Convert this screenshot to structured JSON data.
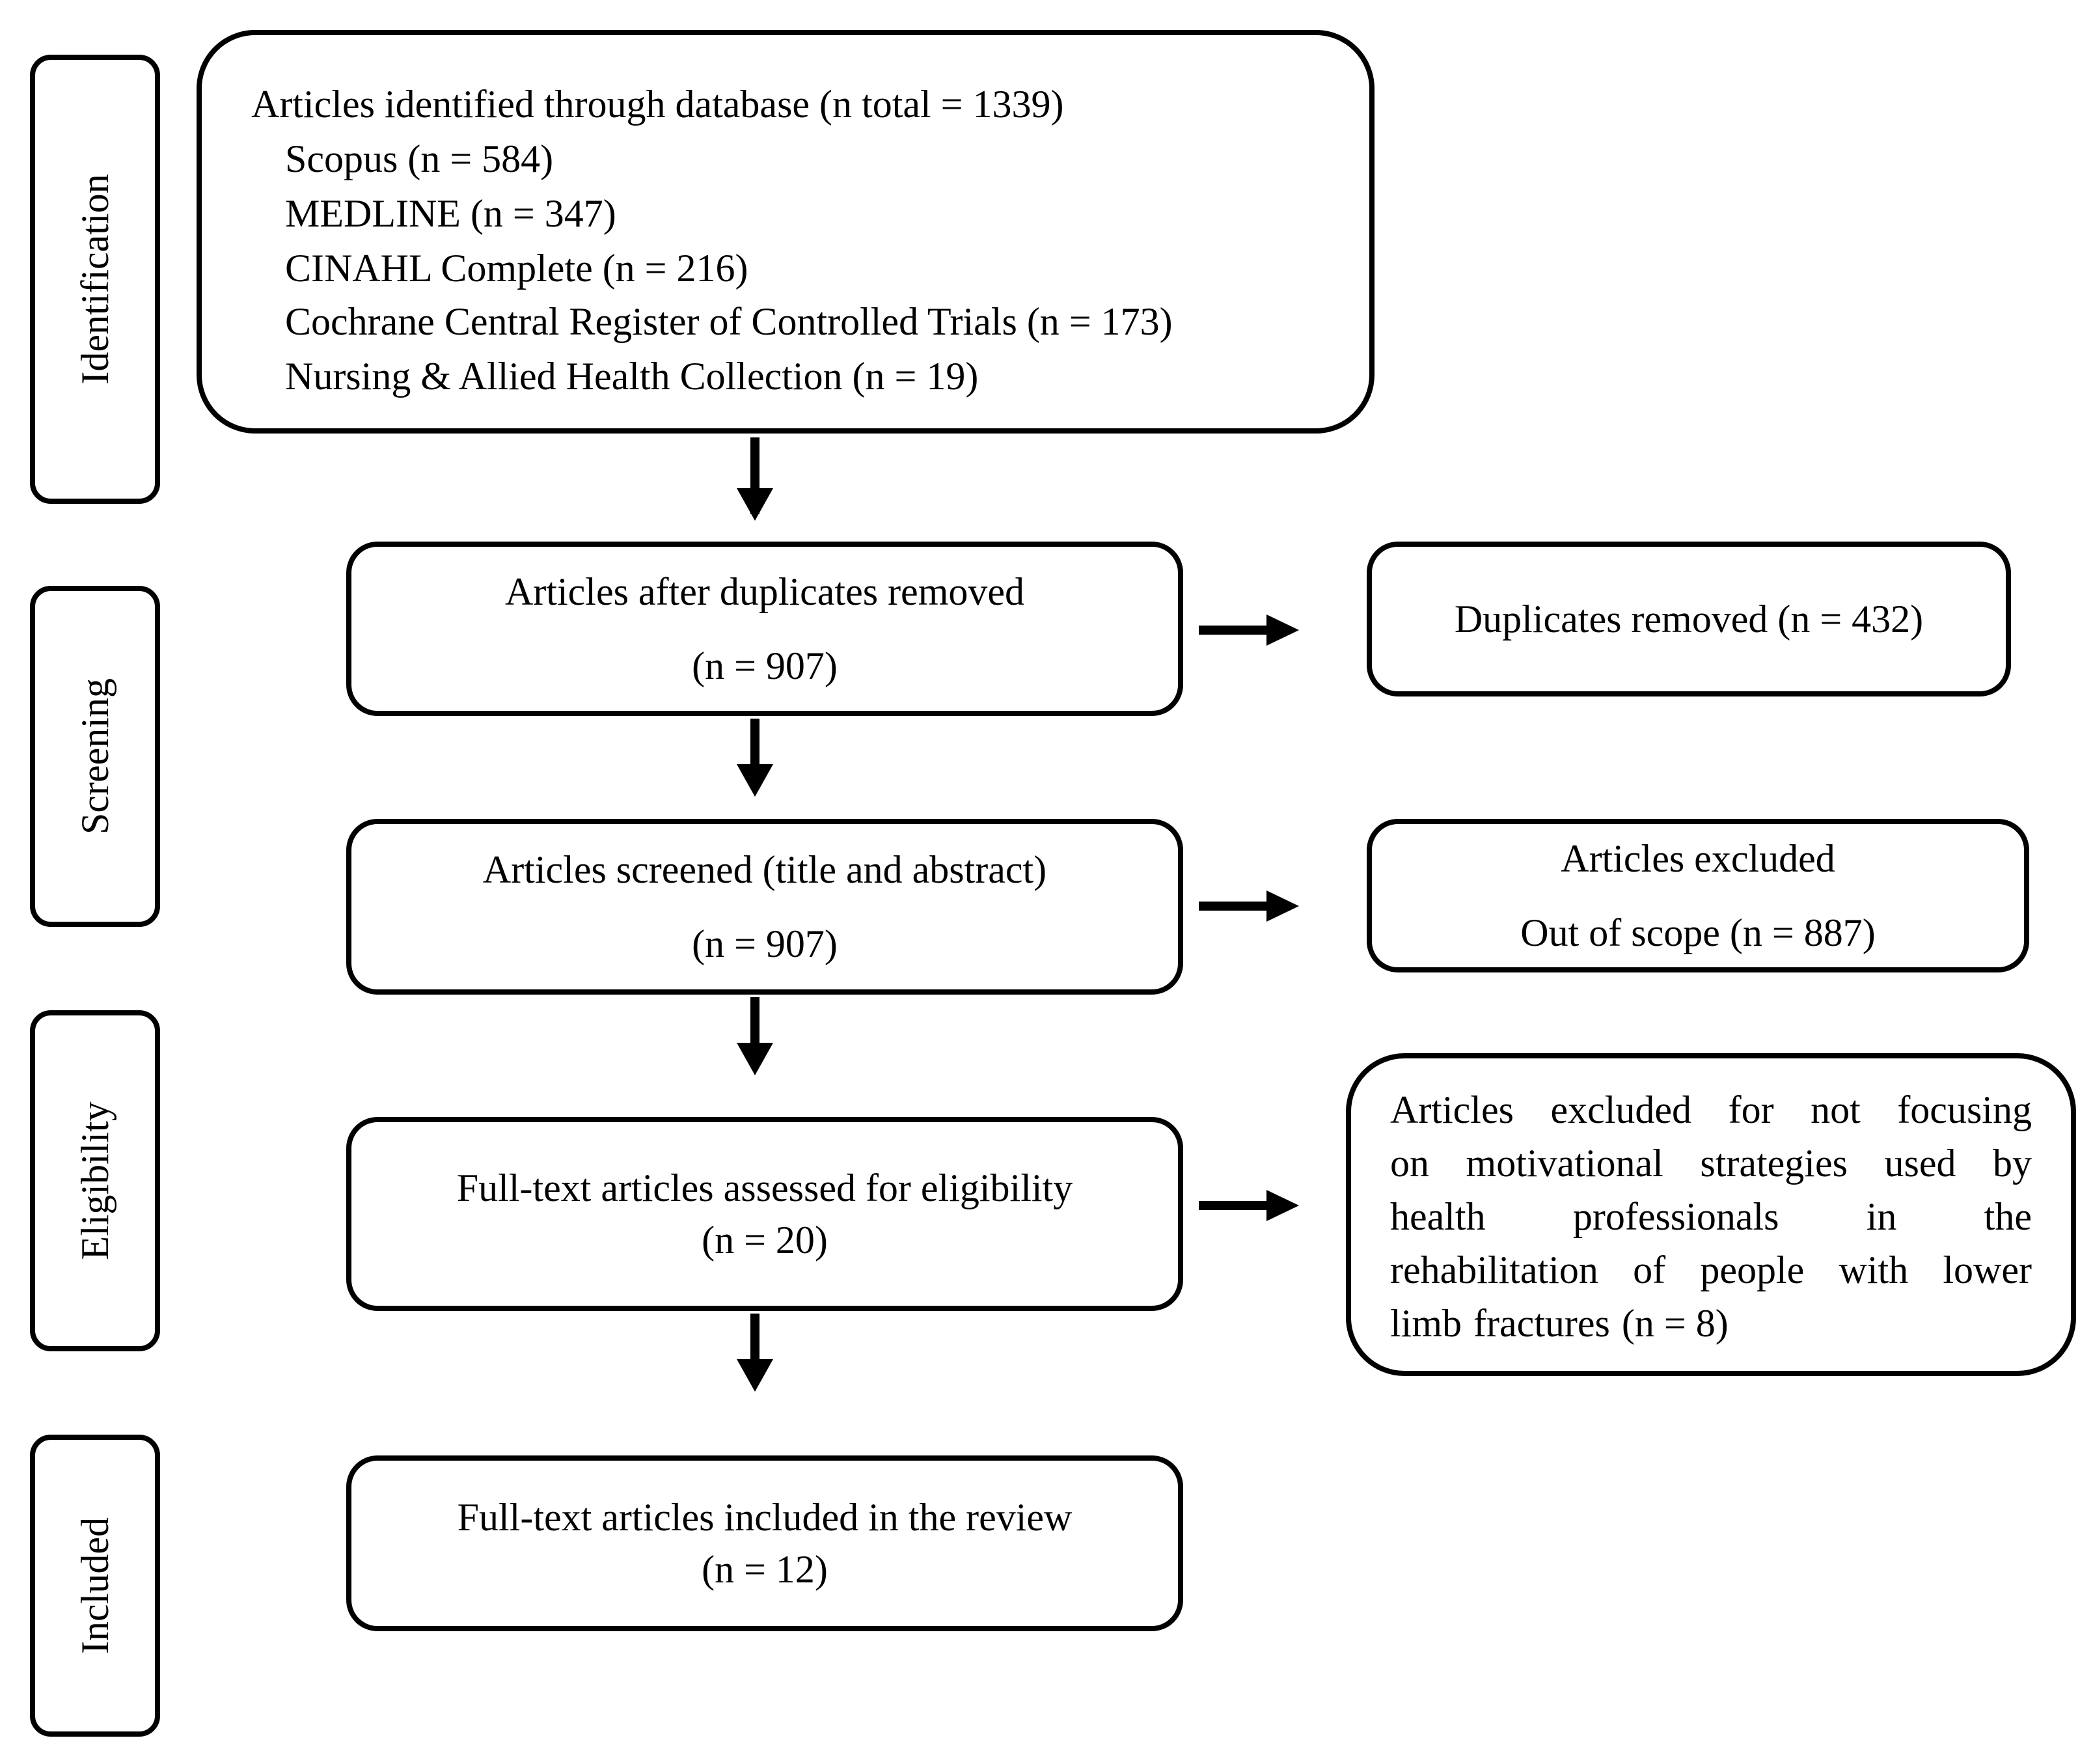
{
  "stages": {
    "identification": "Identification",
    "screening": "Screening",
    "eligibility": "Eligibility",
    "included": "Included"
  },
  "identified": {
    "title": "Articles identified through database (n total = 1339)",
    "sources": [
      "Scopus (n = 584)",
      "MEDLINE (n = 347)",
      "CINAHL Complete (n = 216)",
      "Cochrane Central Register of Controlled Trials (n = 173)",
      "Nursing & Allied Health Collection (n = 19)"
    ]
  },
  "after_duplicates": {
    "line1": "Articles after duplicates removed",
    "line2": "(n = 907)"
  },
  "duplicates_removed": {
    "line1": "Duplicates removed (n = 432)"
  },
  "screened": {
    "line1": "Articles screened (title and abstract)",
    "line2": "(n = 907)"
  },
  "excluded_screening": {
    "line1": "Articles excluded",
    "line2": "Out of scope (n = 887)"
  },
  "assessed": {
    "line1": "Full-text articles assessed for eligibility",
    "line2": "(n = 20)"
  },
  "excluded_eligibility": {
    "lines": [
      [
        "Articles",
        "excluded",
        "for",
        "not",
        "focusing"
      ],
      [
        "on",
        "motivational",
        "strategies",
        "used",
        "by"
      ],
      [
        "health",
        "professionals",
        "in",
        "the"
      ],
      [
        "rehabilitation",
        "of",
        "people",
        "with",
        "lower"
      ],
      [
        "limb",
        "fractures",
        "(n = 8)"
      ]
    ]
  },
  "included_box": {
    "line1": "Full-text articles included in the review",
    "line2": "(n = 12)"
  }
}
